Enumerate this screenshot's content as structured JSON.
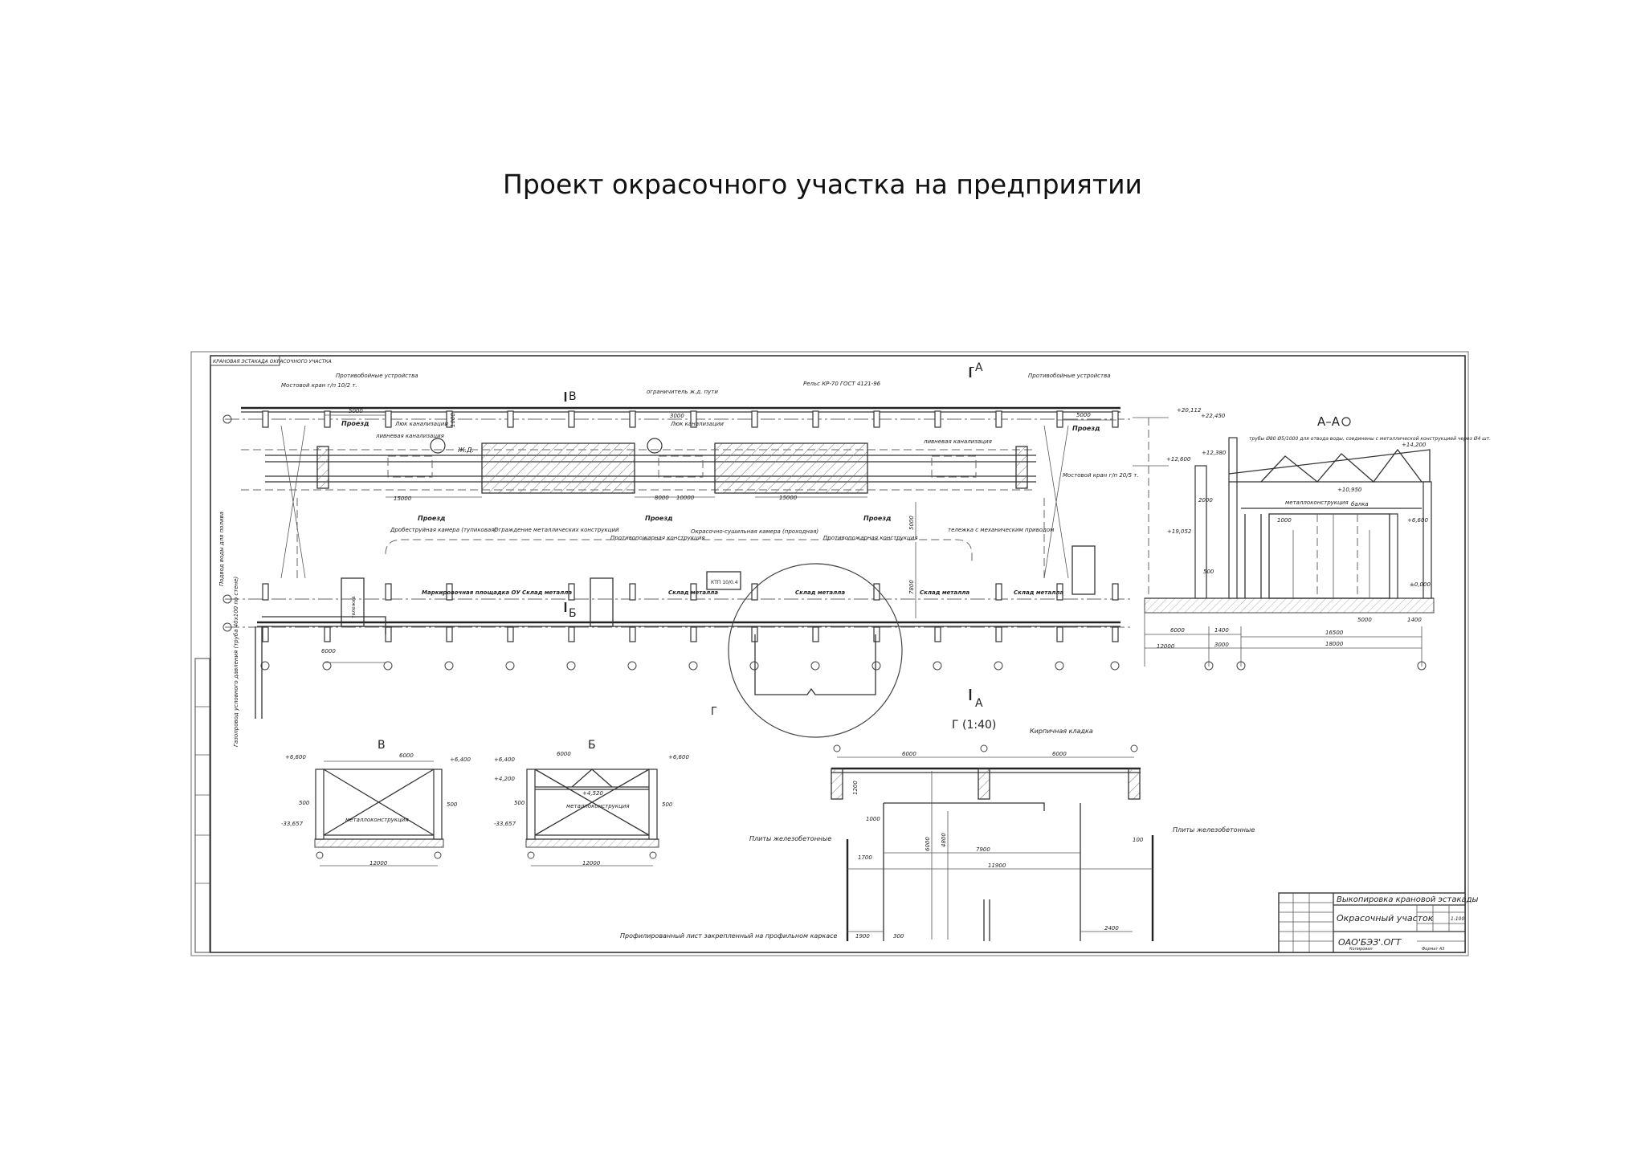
{
  "page": {
    "title": "Проект окрасочного участка на предприятии"
  },
  "drawing": {
    "frame_stamp": "КРАНОВАЯ ЭСТАКАДА ОКРАСОЧНОГО УЧАСТКА",
    "plan": {
      "label_crane_left": "Мостовой кран г/п 10/2 т.",
      "label_stop_left": "Противобойные устройства",
      "label_stop_right": "Противобойные устройства",
      "label_crane_right": "Мостовой кран г/п 20/5 т.",
      "label_rail": "Рельс КР-70 ГОСТ 4121-96",
      "label_stop_rail": "ограничитель ж.д. пути",
      "label_sewer_left": "Люк канализации",
      "label_sewer_mid": "Люк канализации",
      "label_drain_left": "ливневая канализация",
      "label_drain_right": "ливневая канализация",
      "label_jd": "Ж.Д.",
      "label_pass_1": "Проезд",
      "label_pass_2": "Проезд",
      "label_pass_3": "Проезд",
      "label_pass_4": "Проезд",
      "label_pass_5": "Проезд",
      "label_chamber": "Дробеструйная камера (тупиковая)",
      "label_fence": "Ограждение металлических конструкций",
      "label_fire": "Противопожарная конструкция",
      "label_paint_chamber": "Окрасочно-сушильная камера (проходная)",
      "label_fire_2": "Противопожарная конструкция",
      "label_conveyor": "тележка с механическим приводом",
      "label_marking": "Маркировочная площадка ОУ",
      "label_stock_1": "Склад металла",
      "label_stock_2": "Склад металла",
      "label_stock_3": "Склад металла",
      "label_stock_4": "Склад металла",
      "label_stock_5": "Склад металла",
      "label_section_v": "В",
      "label_section_b": "Б",
      "label_section_a_top": "А",
      "label_section_a_bottom": "А",
      "label_gamma": "Г",
      "label_g_letter": "Г",
      "label_pipe_left": "Подвод воды для полива",
      "label_pipe_vert": "Газопровод условного давления (труба 40x100 по стене)",
      "label_cart": "тележка",
      "label_kiosk": "КТП 10/0.4",
      "dim_6000": "6000",
      "dim_5000_l": "5000",
      "dim_5000_r": "5000",
      "dim_15000_l": "15000",
      "dim_15000_r": "15000",
      "dim_8000": "8000",
      "dim_10000": "10000",
      "dim_3000": "3000",
      "dim_1000": "1000",
      "dim_5000_v": "5000",
      "dim_7800": "7800"
    },
    "section_aa": {
      "title": "А–А",
      "label_pipes": "трубы Ø80 Ø5/1000 для отвода воды, соединены с металлической конструкцией через Ø4 шт.",
      "label_metal": "металлоконструкция",
      "label_beam": "балка",
      "lvl_1": "+20,112",
      "lvl_2": "+22,450",
      "lvl_3": "+14,200",
      "lvl_4": "+12,600",
      "lvl_5": "+12,380",
      "lvl_6": "+10,950",
      "lvl_7": "+6,600",
      "lvl_8": "+19,052",
      "lvl_9": "±0,000",
      "dim_12000": "12000",
      "dim_6000": "6000",
      "dim_1400_l": "1400",
      "dim_3000": "3000",
      "dim_16500": "16500",
      "dim_18000": "18000",
      "dim_5000": "5000",
      "dim_1400_r": "1400",
      "dim_2000": "2000",
      "dim_500": "500",
      "dim_1000": "1000"
    },
    "section_v": {
      "title": "В",
      "lvl_left_top": "+6,600",
      "lvl_right_top": "+6,400",
      "lvl_left_bottom": "-33,657",
      "label_metal": "металлоконструкция",
      "dim_top": "6000",
      "dim_bottom": "12000",
      "dim_500_l": "500",
      "dim_500_r": "500"
    },
    "section_b": {
      "title": "Б",
      "lvl_left_top": "+6,400",
      "lvl_left_mid": "+4,200",
      "lvl_right_top": "+6,600",
      "lvl_mid": "+4,520",
      "lvl_left_bottom": "-33,657",
      "label_metal": "металлоконструкция",
      "dim_top": "6000",
      "dim_bottom": "12000",
      "dim_500_l": "500",
      "dim_500_r": "500"
    },
    "detail_g": {
      "title": "Г (1:40)",
      "label_brick": "Кирпичная кладка",
      "label_slab_left": "Плиты железобетонные",
      "label_slab_right": "Плиты железобетонные",
      "label_profile": "Профилированный лист закрепленный на профильном каркасе",
      "dim_6000_l": "6000",
      "dim_6000_r": "6000",
      "dim_7900": "7900",
      "dim_11900": "11900",
      "dim_1700": "1700",
      "dim_1900": "1900",
      "dim_300": "300",
      "dim_2400": "2400",
      "dim_1000": "1000",
      "dim_100": "100",
      "dim_6000_v": "6000",
      "dim_4800": "4800",
      "dim_1200": "1200"
    },
    "title_block": {
      "project": "Выкопировка крановой эстакады",
      "name": "Окрасочный участок",
      "code": "ОАО'БЭЗ'.ОГТ",
      "scale": "1:100",
      "format": "Формат А3",
      "copied": "Копировал"
    }
  }
}
